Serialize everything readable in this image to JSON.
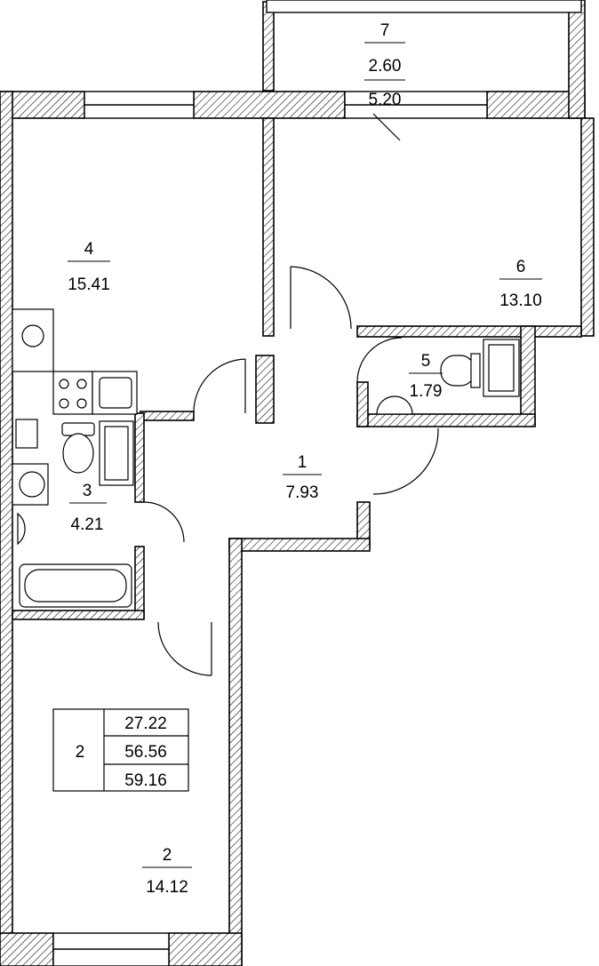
{
  "rooms": [
    {
      "number": "1",
      "area": "7.93"
    },
    {
      "number": "2",
      "area": "14.12"
    },
    {
      "number": "3",
      "area": "4.21"
    },
    {
      "number": "4",
      "area": "15.41"
    },
    {
      "number": "5",
      "area": "1.79"
    },
    {
      "number": "6",
      "area": "13.10"
    },
    {
      "number": "7",
      "area": "2.60",
      "area_total": "5.20"
    }
  ],
  "summary": {
    "rooms_count": "2",
    "living_area": "27.22",
    "total_area": "56.56",
    "total_area_with_loggia": "59.16"
  },
  "colors": {
    "line": "#000000",
    "background": "#ffffff"
  }
}
